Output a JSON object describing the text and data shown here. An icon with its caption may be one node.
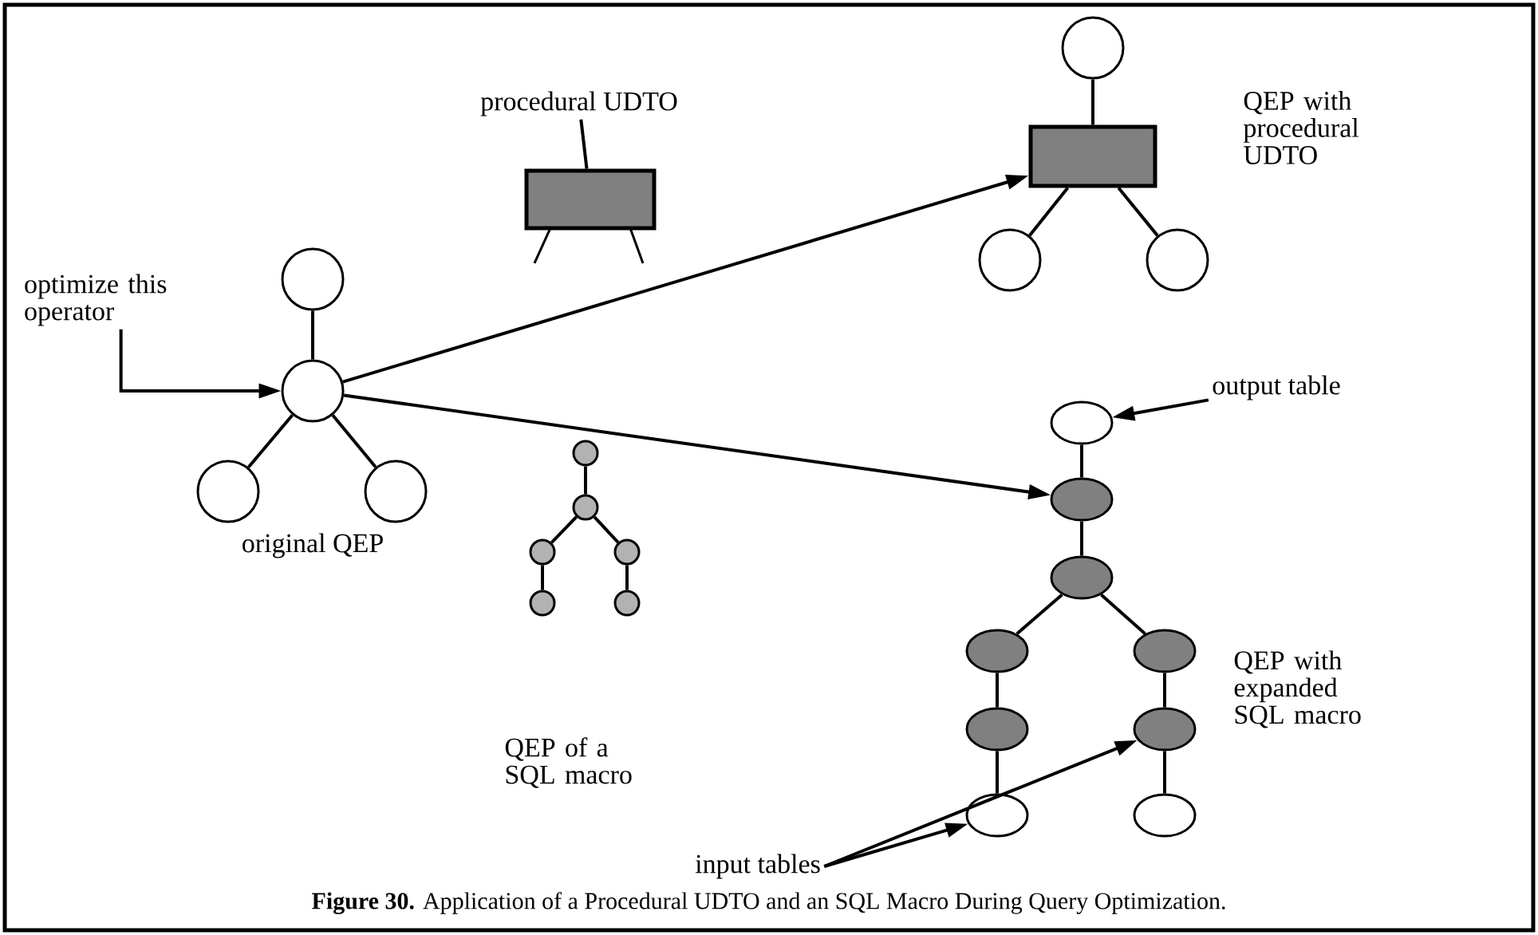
{
  "diagram": {
    "caption": "**Figure 30.** Application of a Procedural UDTO and an SQL Macro During Query Optimization.",
    "nodes": [
      {
        "text": [
          "optimize this operator"
        ]
      },
      {
        "text": [],
        "shape": "circle"
      },
      {
        "text": [],
        "shape": "circle"
      },
      {
        "text": [],
        "shape": "circle"
      },
      {
        "text": [],
        "shape": "circle"
      },
      {
        "text": [
          "procedural UDTO"
        ]
      },
      {
        "text": [],
        "shape": "box"
      },
      {
        "text": [],
        "shape": "circle"
      },
      {
        "text": [],
        "shape": "box"
      },
      {
        "text": [],
        "shape": "circle"
      },
      {
        "text": [],
        "shape": "circle"
      },
      {
        "text": [],
        "shape": "circle"
      },
      {
        "text": [],
        "shape": "circle"
      },
      {
        "text": [],
        "shape": "circle"
      },
      {
        "text": [],
        "shape": "circle"
      },
      {
        "text": [],
        "shape": "circle"
      },
      {
        "text": [],
        "shape": "circle"
      },
      {
        "text": [
          "output table"
        ]
      },
      {
        "text": [],
        "shape": "ellipse"
      },
      {
        "text": [],
        "shape": "ellipse"
      },
      {
        "text": [],
        "shape": "ellipse"
      },
      {
        "text": [],
        "shape": "ellipse"
      },
      {
        "text": [],
        "shape": "ellipse"
      },
      {
        "text": [],
        "shape": "ellipse"
      },
      {
        "text": [],
        "shape": "ellipse"
      },
      {
        "text": [],
        "shape": "ellipse"
      },
      {
        "text": [],
        "shape": "ellipse"
      },
      {
        "text": [
          "input tables"
        ]
      }
    ],
    "edges": [
      {
        "from": 0,
        "to": 2,
        "arrow": "to"
      },
      {
        "from": 5,
        "to": 6,
        "arrow": "none"
      },
      {
        "from": 1,
        "to": 2,
        "arrow": "none"
      },
      {
        "from": 2,
        "to": 3,
        "arrow": "none"
      },
      {
        "from": 2,
        "to": 4,
        "arrow": "none"
      },
      {
        "from": 7,
        "to": 8,
        "arrow": "none"
      },
      {
        "from": 8,
        "to": 9,
        "arrow": "none"
      },
      {
        "from": 8,
        "to": 10,
        "arrow": "none"
      },
      {
        "from": 2,
        "to": 8,
        "arrow": "to"
      },
      {
        "from": 2,
        "to": 19,
        "arrow": "to"
      },
      {
        "from": 11,
        "to": 12,
        "arrow": "none"
      },
      {
        "from": 12,
        "to": 13,
        "arrow": "none"
      },
      {
        "from": 12,
        "to": 14,
        "arrow": "none"
      },
      {
        "from": 13,
        "to": 15,
        "arrow": "none"
      },
      {
        "from": 14,
        "to": 16,
        "arrow": "none"
      },
      {
        "from": 18,
        "to": 19,
        "arrow": "none"
      },
      {
        "from": 19,
        "to": 20,
        "arrow": "none"
      },
      {
        "from": 20,
        "to": 21,
        "arrow": "none"
      },
      {
        "from": 20,
        "to": 22,
        "arrow": "none"
      },
      {
        "from": 21,
        "to": 23,
        "arrow": "none"
      },
      {
        "from": 22,
        "to": 24,
        "arrow": "none"
      },
      {
        "from": 23,
        "to": 25,
        "arrow": "none"
      },
      {
        "from": 24,
        "to": 26,
        "arrow": "none"
      },
      {
        "from": 17,
        "to": 18,
        "arrow": "to"
      },
      {
        "from": 27,
        "to": 25,
        "arrow": "to"
      },
      {
        "from": 27,
        "to": 24,
        "arrow": "to"
      }
    ],
    "labels": [
      "original QEP",
      "QEP with procedural UDTO",
      "QEP of a SQL macro",
      "QEP with expanded SQL macro"
    ]
  }
}
